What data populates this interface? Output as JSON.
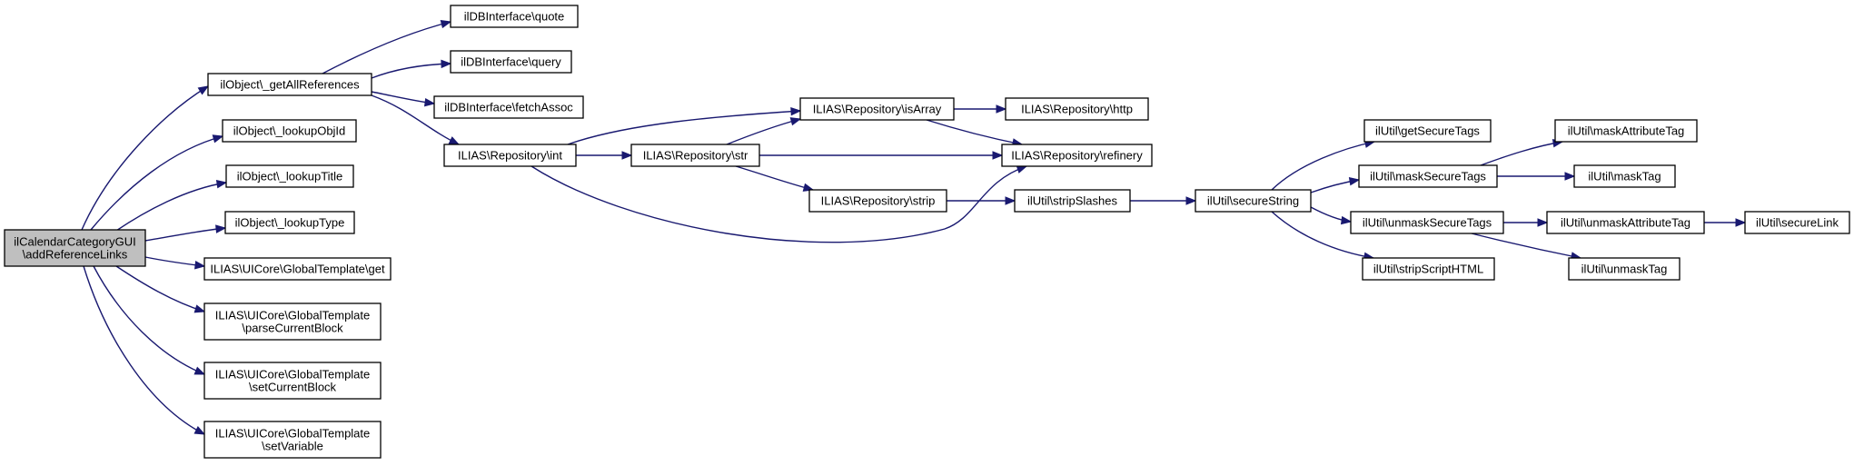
{
  "diagram": {
    "nodes": [
      {
        "id": "root",
        "lines": [
          "ilCalendarCategoryGUI",
          "\\addReferenceLinks"
        ],
        "root": true
      },
      {
        "id": "getAllRefs",
        "lines": [
          "ilObject\\_getAllReferences"
        ]
      },
      {
        "id": "lookupObjId",
        "lines": [
          "ilObject\\_lookupObjId"
        ]
      },
      {
        "id": "lookupTitle",
        "lines": [
          "ilObject\\_lookupTitle"
        ]
      },
      {
        "id": "lookupType",
        "lines": [
          "ilObject\\_lookupType"
        ]
      },
      {
        "id": "gtGet",
        "lines": [
          "ILIAS\\UICore\\GlobalTemplate\\get"
        ]
      },
      {
        "id": "gtParse",
        "lines": [
          "ILIAS\\UICore\\GlobalTemplate",
          "\\parseCurrentBlock"
        ]
      },
      {
        "id": "gtSet",
        "lines": [
          "ILIAS\\UICore\\GlobalTemplate",
          "\\setCurrentBlock"
        ]
      },
      {
        "id": "gtVar",
        "lines": [
          "ILIAS\\UICore\\GlobalTemplate",
          "\\setVariable"
        ]
      },
      {
        "id": "dbQuote",
        "lines": [
          "ilDBInterface\\quote"
        ]
      },
      {
        "id": "dbQuery",
        "lines": [
          "ilDBInterface\\query"
        ]
      },
      {
        "id": "dbFetch",
        "lines": [
          "ilDBInterface\\fetchAssoc"
        ]
      },
      {
        "id": "repoInt",
        "lines": [
          "ILIAS\\Repository\\int"
        ]
      },
      {
        "id": "repoStr",
        "lines": [
          "ILIAS\\Repository\\str"
        ]
      },
      {
        "id": "repoIsArray",
        "lines": [
          "ILIAS\\Repository\\isArray"
        ]
      },
      {
        "id": "repoStrip",
        "lines": [
          "ILIAS\\Repository\\strip"
        ]
      },
      {
        "id": "repoHttp",
        "lines": [
          "ILIAS\\Repository\\http"
        ]
      },
      {
        "id": "repoRefinery",
        "lines": [
          "ILIAS\\Repository\\refinery"
        ]
      },
      {
        "id": "stripSlashes",
        "lines": [
          "ilUtil\\stripSlashes"
        ]
      },
      {
        "id": "secureString",
        "lines": [
          "ilUtil\\secureString"
        ]
      },
      {
        "id": "getSecureTags",
        "lines": [
          "ilUtil\\getSecureTags"
        ]
      },
      {
        "id": "maskSecureTags",
        "lines": [
          "ilUtil\\maskSecureTags"
        ]
      },
      {
        "id": "unmaskSecureTags",
        "lines": [
          "ilUtil\\unmaskSecureTags"
        ]
      },
      {
        "id": "stripScriptHTML",
        "lines": [
          "ilUtil\\stripScriptHTML"
        ]
      },
      {
        "id": "maskAttributeTag",
        "lines": [
          "ilUtil\\maskAttributeTag"
        ]
      },
      {
        "id": "maskTag",
        "lines": [
          "ilUtil\\maskTag"
        ]
      },
      {
        "id": "unmaskAttributeTag",
        "lines": [
          "ilUtil\\unmaskAttributeTag"
        ]
      },
      {
        "id": "unmaskTag",
        "lines": [
          "ilUtil\\unmaskTag"
        ]
      },
      {
        "id": "secureLink",
        "lines": [
          "ilUtil\\secureLink"
        ]
      }
    ],
    "edges": [
      [
        "root",
        "getAllRefs"
      ],
      [
        "root",
        "lookupObjId"
      ],
      [
        "root",
        "lookupTitle"
      ],
      [
        "root",
        "lookupType"
      ],
      [
        "root",
        "gtGet"
      ],
      [
        "root",
        "gtParse"
      ],
      [
        "root",
        "gtSet"
      ],
      [
        "root",
        "gtVar"
      ],
      [
        "getAllRefs",
        "dbQuote"
      ],
      [
        "getAllRefs",
        "dbQuery"
      ],
      [
        "getAllRefs",
        "dbFetch"
      ],
      [
        "getAllRefs",
        "repoInt"
      ],
      [
        "repoInt",
        "repoIsArray"
      ],
      [
        "repoInt",
        "repoStr"
      ],
      [
        "repoInt",
        "repoRefinery"
      ],
      [
        "repoStr",
        "repoIsArray"
      ],
      [
        "repoStr",
        "repoRefinery"
      ],
      [
        "repoStr",
        "repoStrip"
      ],
      [
        "repoIsArray",
        "repoHttp"
      ],
      [
        "repoIsArray",
        "repoRefinery"
      ],
      [
        "repoStrip",
        "stripSlashes"
      ],
      [
        "stripSlashes",
        "secureString"
      ],
      [
        "secureString",
        "getSecureTags"
      ],
      [
        "secureString",
        "maskSecureTags"
      ],
      [
        "secureString",
        "unmaskSecureTags"
      ],
      [
        "secureString",
        "stripScriptHTML"
      ],
      [
        "maskSecureTags",
        "maskAttributeTag"
      ],
      [
        "maskSecureTags",
        "maskTag"
      ],
      [
        "unmaskSecureTags",
        "unmaskAttributeTag"
      ],
      [
        "unmaskSecureTags",
        "unmaskTag"
      ],
      [
        "unmaskAttributeTag",
        "secureLink"
      ]
    ]
  }
}
